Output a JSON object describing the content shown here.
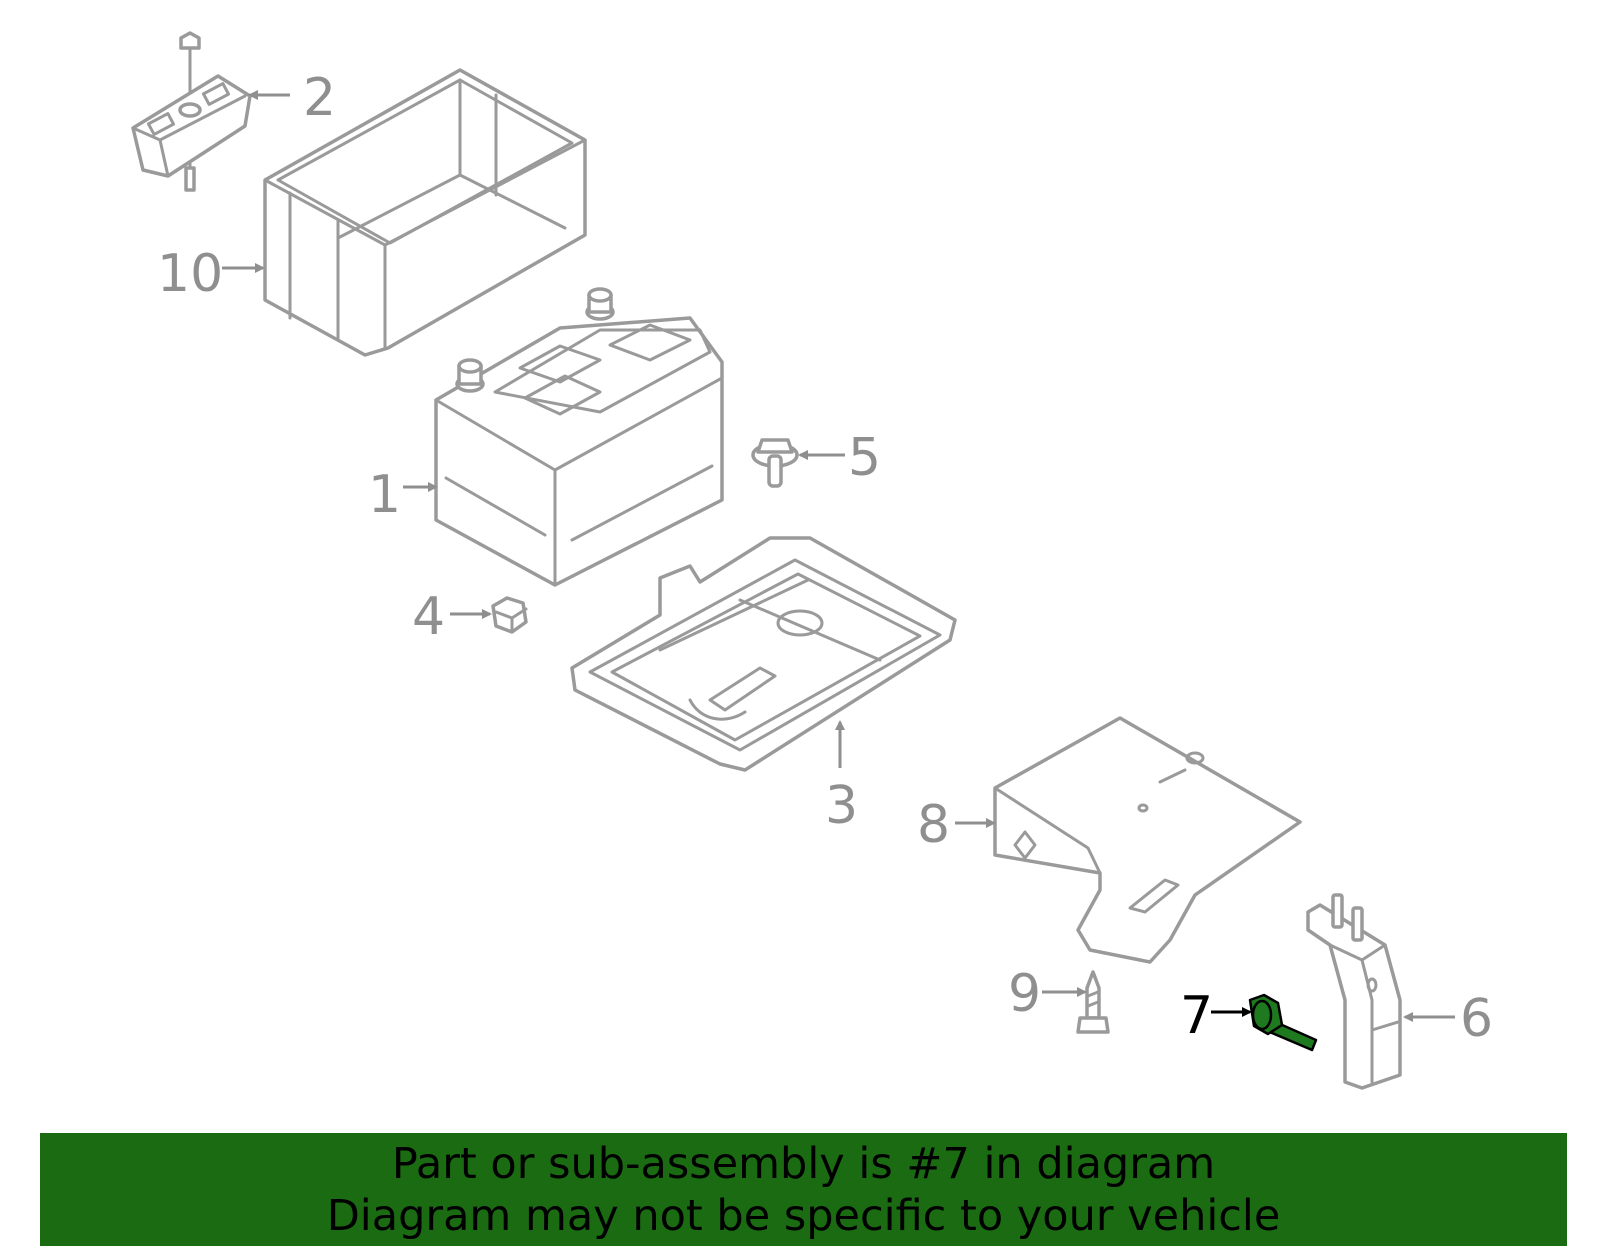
{
  "diagram": {
    "callouts": [
      {
        "id": "1",
        "label": "1",
        "highlighted": false
      },
      {
        "id": "2",
        "label": "2",
        "highlighted": false
      },
      {
        "id": "3",
        "label": "3",
        "highlighted": false
      },
      {
        "id": "4",
        "label": "4",
        "highlighted": false
      },
      {
        "id": "5",
        "label": "5",
        "highlighted": false
      },
      {
        "id": "6",
        "label": "6",
        "highlighted": false
      },
      {
        "id": "7",
        "label": "7",
        "highlighted": true
      },
      {
        "id": "8",
        "label": "8",
        "highlighted": false
      },
      {
        "id": "9",
        "label": "9",
        "highlighted": false
      },
      {
        "id": "10",
        "label": "10",
        "highlighted": false
      }
    ],
    "colors": {
      "part_outline": "#9a9a9a",
      "highlight_part": "#1f7a1f",
      "highlight_label": "#000000",
      "banner_background": "#1a6b12"
    }
  },
  "banner": {
    "line1": "Part or sub-assembly is #7 in diagram",
    "line2": "Diagram may not be specific to your vehicle"
  }
}
